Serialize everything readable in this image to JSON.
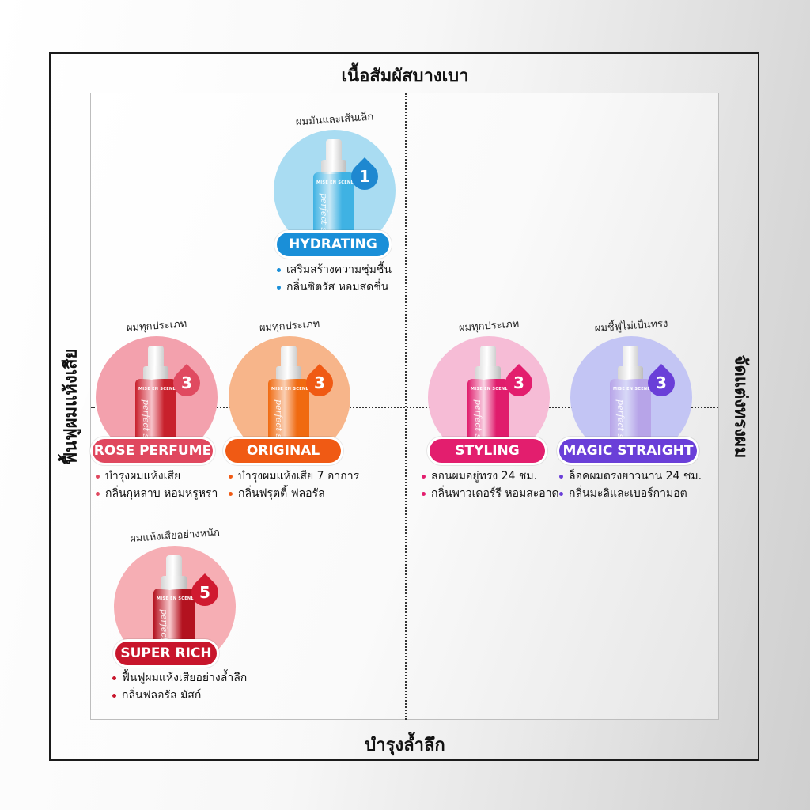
{
  "axes": {
    "top": "เนื้อสัมผัสบางเบา",
    "bottom": "บำรุงล้ำลึก",
    "left": "ฟื้นฟูผมแห้งเสีย",
    "right": "จัดแต่งทรงผม"
  },
  "brand": "MISE EN SCENE",
  "product_script": "perfect serum",
  "products": [
    {
      "name": "HYDRATING",
      "tagline": "ผมมันและเส้นเล็ก",
      "level": "1",
      "bullets": [
        "เสริมสร้างความชุ่มชื้น",
        "กลิ่นซิตรัส หอมสดชื่น"
      ],
      "colors": {
        "circle": "#a9dcf2",
        "pill": "#1a8fd8",
        "drop": "#1e88d0",
        "bottle": "#3fb2e3",
        "dot": "#1a8fd8"
      }
    },
    {
      "name": "ROSE PERFUME",
      "tagline": "ผมทุกประเภท",
      "level": "3",
      "bullets": [
        "บำรุงผมแห้งเสีย",
        "กลิ่นกุหลาบ หอมหรูหรา"
      ],
      "colors": {
        "circle": "#f3a1ad",
        "pill": "#e0485f",
        "drop": "#e04a60",
        "bottle": "#c8202c",
        "dot": "#e0485f"
      }
    },
    {
      "name": "ORIGINAL",
      "tagline": "ผมทุกประเภท",
      "level": "3",
      "bullets": [
        "บำรุงผมแห้งเสีย 7 อาการ",
        "กลิ่นฟรุตตี้ ฟลอรัล"
      ],
      "colors": {
        "circle": "#f7b58a",
        "pill": "#f05a14",
        "drop": "#f05a14",
        "bottle": "#f06a10",
        "dot": "#f05a14"
      }
    },
    {
      "name": "STYLING",
      "tagline": "ผมทุกประเภท",
      "level": "3",
      "bullets": [
        "ลอนผมอยู่ทรง 24 ชม.",
        "กลิ่นพาวเดอร์รี หอมสะอาด"
      ],
      "colors": {
        "circle": "#f6bcd6",
        "pill": "#e31e6e",
        "drop": "#e31e6e",
        "bottle": "#e01c6c",
        "dot": "#e31e6e"
      }
    },
    {
      "name": "MAGIC STRAIGHT",
      "tagline": "ผมชี้ฟูไม่เป็นทรง",
      "level": "3",
      "bullets": [
        "ล็อคผมตรงยาวนาน 24 ชม.",
        "กลิ่นมะลิและเบอร์กามอต"
      ],
      "colors": {
        "circle": "#c3c5f4",
        "pill": "#6a3fd8",
        "drop": "#6a3fd8",
        "bottle": "#b7a4e8",
        "dot": "#6a3fd8"
      }
    },
    {
      "name": "SUPER RICH",
      "tagline": "ผมแห้งเสียอย่างหนัก",
      "level": "5",
      "bullets": [
        "ฟื้นฟูผมแห้งเสียอย่างล้ำลึก",
        "กลิ่นฟลอรัล มัสก์"
      ],
      "colors": {
        "circle": "#f6aeb4",
        "pill": "#c8162c",
        "drop": "#d01a30",
        "bottle": "#b3121f",
        "dot": "#c8162c"
      }
    }
  ]
}
